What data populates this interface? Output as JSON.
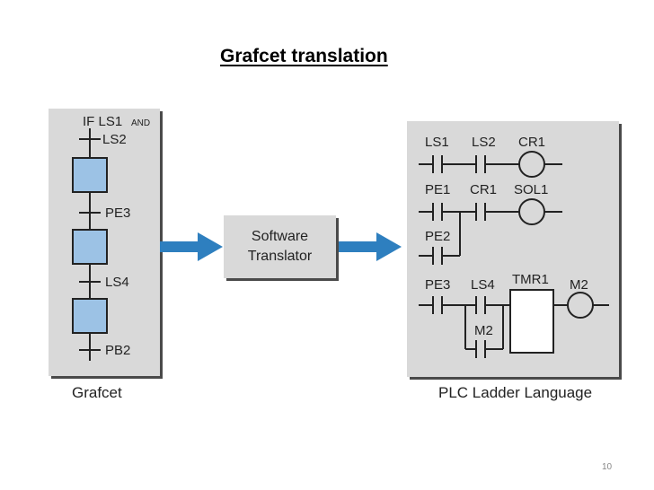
{
  "title": "Grafcet translation",
  "grafcet": {
    "caption": "Grafcet",
    "if_prefix": "IF LS1",
    "if_and": "AND",
    "transitions": [
      "LS2",
      "PE3",
      "LS4",
      "PB2"
    ],
    "step_color": "#9cc2e5"
  },
  "translator": {
    "line1": "Software",
    "line2": "Translator"
  },
  "ladder": {
    "caption": "PLC Ladder Language",
    "rung1": [
      "LS1",
      "LS2",
      "CR1"
    ],
    "rung2": [
      "PE1",
      "CR1",
      "SOL1"
    ],
    "rung2_branch": "PE2",
    "rung3": [
      "PE3",
      "LS4",
      "TMR1",
      "M2"
    ],
    "rung3_branch": "M2"
  },
  "colors": {
    "arrow": "#2e7fbf",
    "panel": "#d9d9d9"
  },
  "page_number": "10"
}
